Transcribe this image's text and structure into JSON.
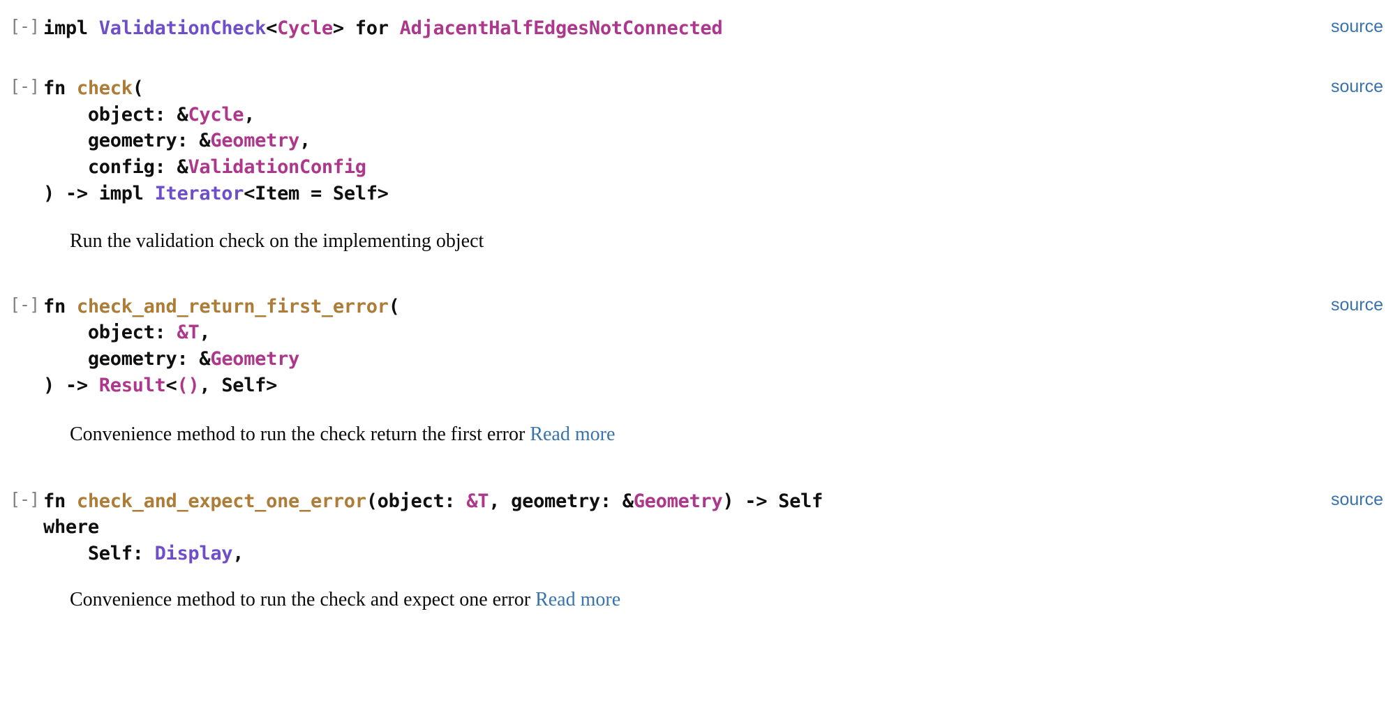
{
  "page": {
    "kind": "rustdoc-trait-impl",
    "background": "#ffffff",
    "colors": {
      "trait": "#6e4fc9",
      "struct": "#ad378a",
      "fn": "#ad7c37",
      "link": "#3873ad",
      "text": "#0f0f0f",
      "toggle": "#7f7f7f"
    }
  },
  "impl_header": {
    "toggle": "[-]",
    "kw_impl": "impl ",
    "trait_name": "ValidationCheck",
    "generic_open": "<",
    "generic_type": "Cycle",
    "generic_close": "> ",
    "kw_for": "for ",
    "self_type": "AdjacentHalfEdgesNotConnected",
    "source_label": "source"
  },
  "methods": [
    {
      "toggle": "[-]",
      "kw_fn": "fn ",
      "name": "check",
      "open_paren": "(",
      "source_label": "source",
      "params": [
        {
          "indent": "    ",
          "name": "object: ",
          "amp": "&",
          "amp_colored": false,
          "type": "Cycle",
          "trailing": ","
        },
        {
          "indent": "    ",
          "name": "geometry: ",
          "amp": "&",
          "amp_colored": false,
          "type": "Geometry",
          "trailing": ","
        },
        {
          "indent": "    ",
          "name": "config: ",
          "amp": "&",
          "amp_colored": false,
          "type": "ValidationConfig",
          "trailing": ""
        }
      ],
      "return_line": {
        "prefix": ") -> impl ",
        "type": "Iterator",
        "type_kind": "trait",
        "suffix": "<Item = Self>"
      },
      "doc": {
        "text": "Run the validation check on the implementing object",
        "read_more": ""
      }
    },
    {
      "toggle": "[-]",
      "kw_fn": "fn ",
      "name": "check_and_return_first_error",
      "open_paren": "(",
      "source_label": "source",
      "params": [
        {
          "indent": "    ",
          "name": "object: ",
          "amp": "&",
          "amp_colored": true,
          "type": "T",
          "trailing": ","
        },
        {
          "indent": "    ",
          "name": "geometry: ",
          "amp": "&",
          "amp_colored": false,
          "type": "Geometry",
          "trailing": ""
        }
      ],
      "return_line": {
        "prefix": ") -> ",
        "type": "Result",
        "type_kind": "struct",
        "generic_unit": "<(), ",
        "suffix": "Self>"
      },
      "doc": {
        "text": "Convenience method to run the check return the first error ",
        "read_more": "Read more"
      }
    },
    {
      "toggle": "[-]",
      "kw_fn": "fn ",
      "name": "check_and_expect_one_error",
      "source_label": "source",
      "inline_signature": {
        "open": "(object: ",
        "amp1": "&",
        "type1": "T",
        "mid": ", geometry: ",
        "amp2": "&",
        "type2": "Geometry",
        "close": ") -> Self"
      },
      "where_clause": {
        "kw_where": "where",
        "bound_self": "    Self: ",
        "bound_trait": "Display",
        "bound_trailing": ","
      },
      "doc": {
        "text": "Convenience method to run the check and expect one error ",
        "read_more": "Read more"
      }
    }
  ]
}
